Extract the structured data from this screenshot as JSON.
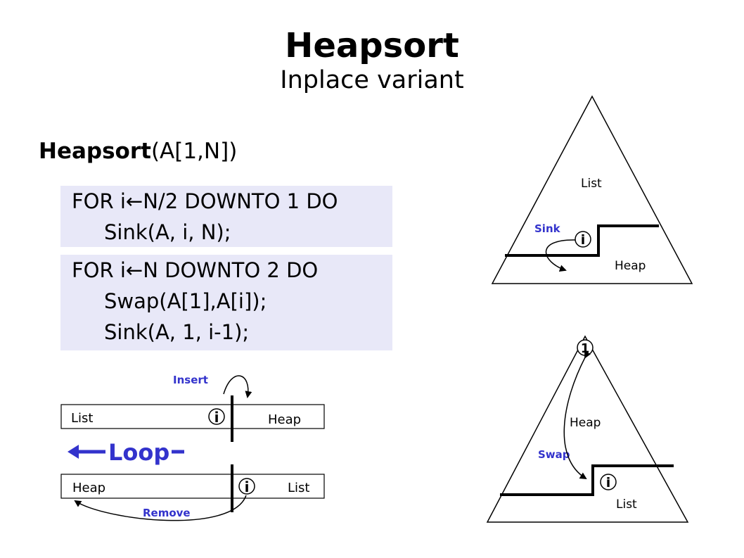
{
  "title": "Heapsort",
  "subtitle": "Inplace variant",
  "signature": {
    "name": "Heapsort",
    "params": "(A[1,N])"
  },
  "code": {
    "loop1_header": "FOR i←N/2 DOWNTO 1 DO",
    "loop1_body": "Sink(A, i, N);",
    "loop2_header": "FOR i←N DOWNTO 2 DO",
    "loop2_body_1": "Swap(A[1],A[i]);",
    "loop2_body_2": "Sink(A, 1, i-1);"
  },
  "triangle_top": {
    "region_top": "List",
    "region_bottom": "Heap",
    "action": "Sink",
    "marker": "i"
  },
  "triangle_bottom": {
    "root_marker": "1",
    "region_top": "Heap",
    "region_bottom": "List",
    "action": "Swap",
    "marker": "i"
  },
  "bar_top": {
    "left": "List",
    "right": "Heap",
    "marker": "i",
    "action": "Insert"
  },
  "loop_label": "Loop",
  "bar_bottom": {
    "left": "Heap",
    "right": "List",
    "marker": "i",
    "action": "Remove"
  },
  "colors": {
    "action_blue": "#3333cc",
    "code_bg": "#e8e8f8"
  }
}
